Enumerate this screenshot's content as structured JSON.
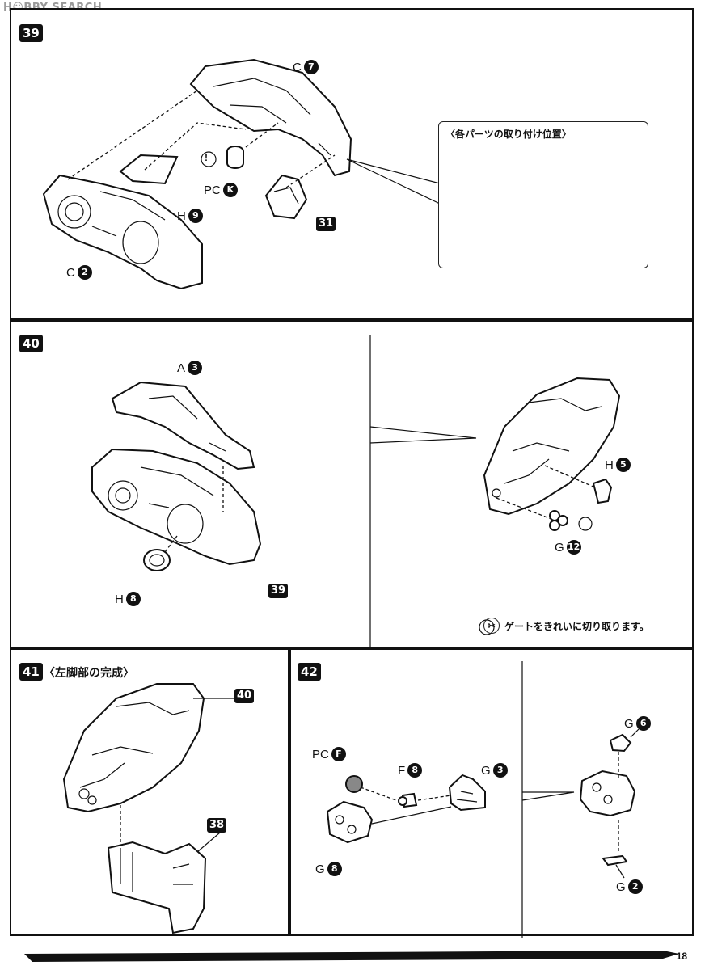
{
  "watermark": "H☺BBY SEARCH",
  "page_number": "18",
  "steps": {
    "s39": {
      "number": "39",
      "callout_title": "〈各パーツの取り付け位置〉",
      "labels": {
        "c7": {
          "letter": "C",
          "num": "7"
        },
        "pck": {
          "letter": "PC",
          "num": "K"
        },
        "h9": {
          "letter": "H",
          "num": "9"
        },
        "c2": {
          "letter": "C",
          "num": "2"
        }
      },
      "ref_tag": "31",
      "bullet_icon": "!"
    },
    "s40": {
      "number": "40",
      "labels": {
        "a3": {
          "letter": "A",
          "num": "3"
        },
        "h8": {
          "letter": "H",
          "num": "8"
        },
        "h5": {
          "letter": "H",
          "num": "5"
        },
        "g12": {
          "letter": "G",
          "num": "12"
        }
      },
      "ref_tag": "39",
      "note_text": "ゲートをきれいに切り取ります。"
    },
    "s41": {
      "number": "41",
      "title": "〈左脚部の完成〉",
      "tags": [
        "40",
        "38"
      ]
    },
    "s42": {
      "number": "42",
      "labels": {
        "pcf": {
          "letter": "PC",
          "num": "F"
        },
        "f8": {
          "letter": "F",
          "num": "8"
        },
        "g3": {
          "letter": "G",
          "num": "3"
        },
        "g8": {
          "letter": "G",
          "num": "8"
        },
        "g6": {
          "letter": "G",
          "num": "6"
        },
        "g2": {
          "letter": "G",
          "num": "2"
        }
      }
    }
  },
  "icons": {
    "gate_cut": "scissors-icon",
    "warning": "exclamation-icon"
  }
}
